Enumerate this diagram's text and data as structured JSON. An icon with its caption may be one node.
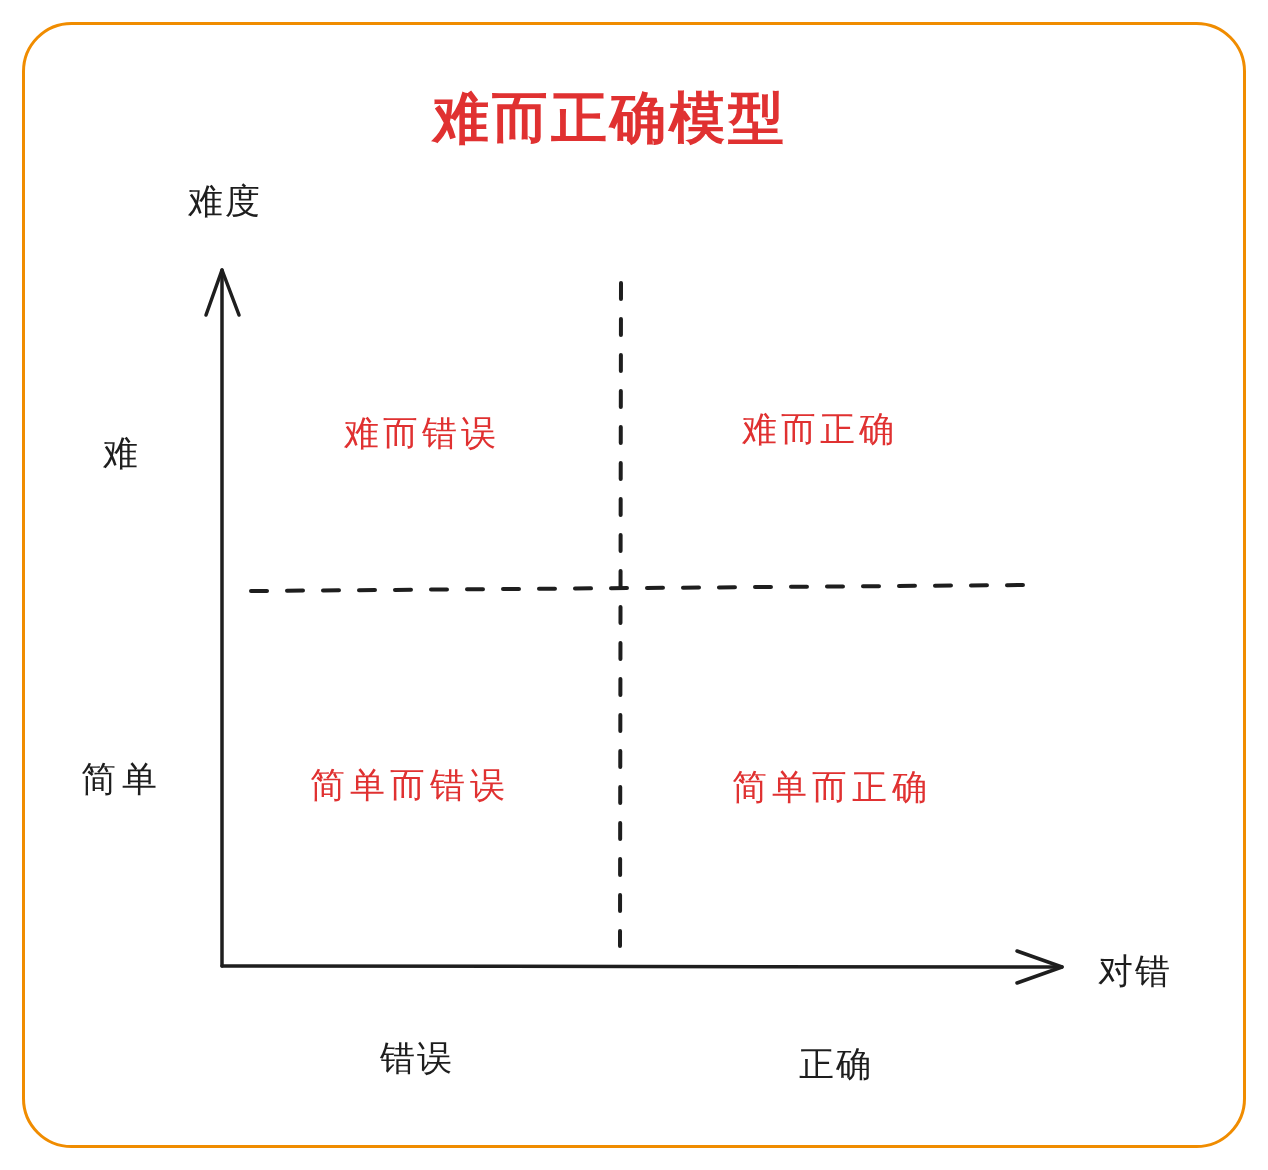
{
  "diagram": {
    "title": "难而正确模型",
    "labels": [
      "难度",
      "难",
      "难而错误",
      "难而正确",
      "简单",
      "简单而错误",
      "简单而正确",
      "对错",
      "错误",
      "正确"
    ]
  }
}
